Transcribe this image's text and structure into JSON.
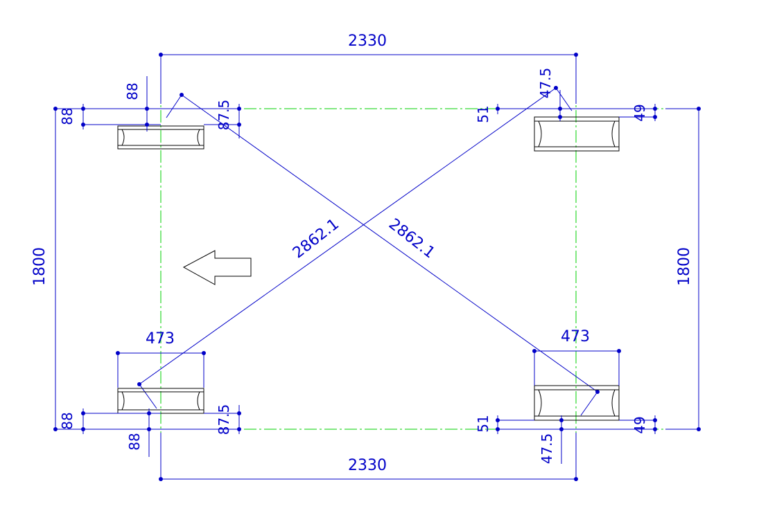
{
  "colors": {
    "dimension": "#0000c8",
    "centerline": "#00d000",
    "outline": "#000000",
    "background": "#ffffff"
  },
  "dimensions": {
    "top_width": "2330",
    "bottom_width": "2330",
    "left_height": "1800",
    "right_height": "1800",
    "diagonal_a": "2862.1",
    "diagonal_b": "2862.1",
    "pad_width_bl": "473",
    "pad_width_br": "473",
    "tl_offset_x": "88",
    "tl_offset_y": "88",
    "tl_pad_offset": "87.5",
    "bl_offset_x": "88",
    "bl_offset_y": "88",
    "bl_pad_offset": "87.5",
    "tr_offset_x": "47.5",
    "tr_left": "51",
    "tr_right": "49",
    "br_offset_x": "47.5",
    "br_left": "51",
    "br_right": "49"
  },
  "icons": {
    "direction": "arrow-left-icon"
  }
}
